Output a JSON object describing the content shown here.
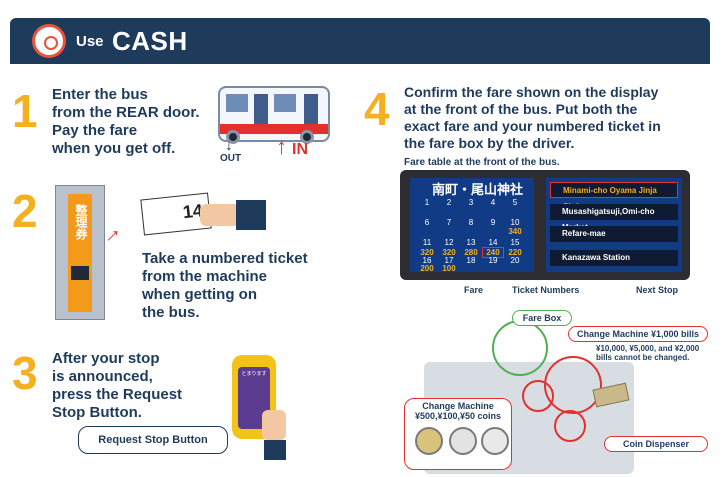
{
  "header": {
    "use_label": "Use",
    "title": "CASH"
  },
  "steps": [
    {
      "number": "1",
      "lines": [
        "Enter the bus",
        "from the REAR door.",
        "Pay the fare",
        "when you get off."
      ]
    },
    {
      "number": "2",
      "lines": [
        "Take a numbered ticket",
        "from the machine",
        "when getting on",
        "the bus."
      ]
    },
    {
      "number": "3",
      "lines": [
        "After your stop",
        "is announced,",
        "press the Request",
        "Stop Button."
      ]
    },
    {
      "number": "4",
      "lines": [
        "Confirm the fare shown on the display",
        "at the front of the bus. Put both the",
        "exact fare and your numbered ticket in",
        "the fare box by the driver."
      ]
    }
  ],
  "bus": {
    "out_label": "OUT",
    "in_label": "IN"
  },
  "ticket": {
    "number": "14",
    "machine_label": "整理券"
  },
  "request_stop": {
    "callout": "Request Stop Button",
    "button_text": "とまります"
  },
  "fare_table": {
    "caption": "Fare table at the front of the bus.",
    "title": "南町・尾山神社",
    "rows": [
      [
        "1",
        "2",
        "3",
        "4",
        "5"
      ],
      [
        "",
        "",
        "",
        "",
        ""
      ],
      [
        "6",
        "7",
        "8",
        "9",
        "10"
      ],
      [
        "",
        "",
        "",
        "",
        "340"
      ],
      [
        "11",
        "12",
        "13",
        "14",
        "15"
      ],
      [
        "320",
        "320",
        "280",
        "240",
        "220"
      ],
      [
        "16",
        "17",
        "18",
        "19",
        "20"
      ],
      [
        "200",
        "100",
        "",
        "",
        ""
      ]
    ],
    "stops": [
      "Minami-cho Oyama Jinja Shrine",
      "Musashigatsuji,Omi-cho Market",
      "Refare-mae",
      "Kanazawa Station"
    ],
    "label_fare": "Fare",
    "label_ticket_numbers": "Ticket Numbers",
    "label_next_stop": "Next Stop"
  },
  "fare_box": {
    "label": "Fare Box",
    "change_bills_title": "Change Machine ¥1,000 bills",
    "change_bills_note": "¥10,000, ¥5,000, and ¥2,000 bills cannot be changed.",
    "change_coins_title": "Change Machine",
    "change_coins_sub": "¥500,¥100,¥50 coins",
    "coin_dispenser": "Coin Dispenser"
  },
  "colors": {
    "navy": "#1f3b5c",
    "orange": "#f4b01d",
    "red": "#e2312d",
    "green": "#4fb04f"
  }
}
